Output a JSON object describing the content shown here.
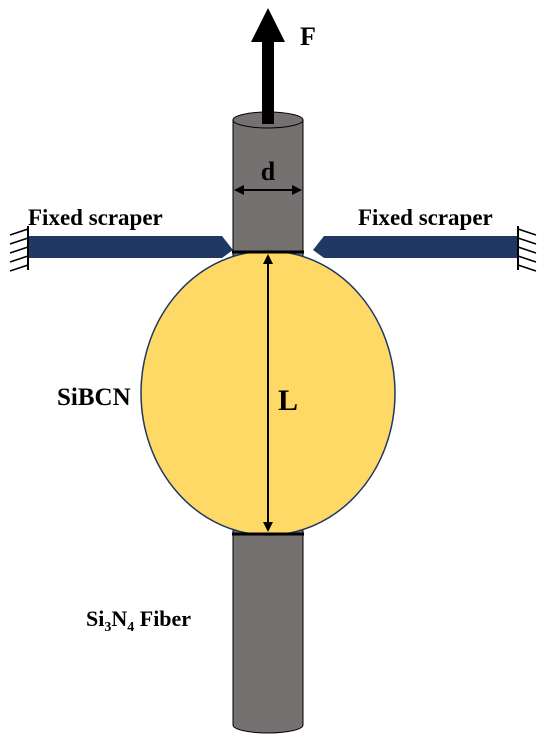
{
  "labels": {
    "force": "F",
    "diameter": "d",
    "scraper_left": "Fixed scraper",
    "scraper_right": "Fixed scraper",
    "matrix": "SiBCN",
    "length": "L",
    "fiber_prefix": "Si",
    "fiber_sub1": "3",
    "fiber_mid": "N",
    "fiber_sub2": "4",
    "fiber_suffix": " Fiber"
  },
  "colors": {
    "fiber": "#767171",
    "droplet": "#FFD966",
    "scraper": "#1F3864",
    "outline": "#000000"
  }
}
